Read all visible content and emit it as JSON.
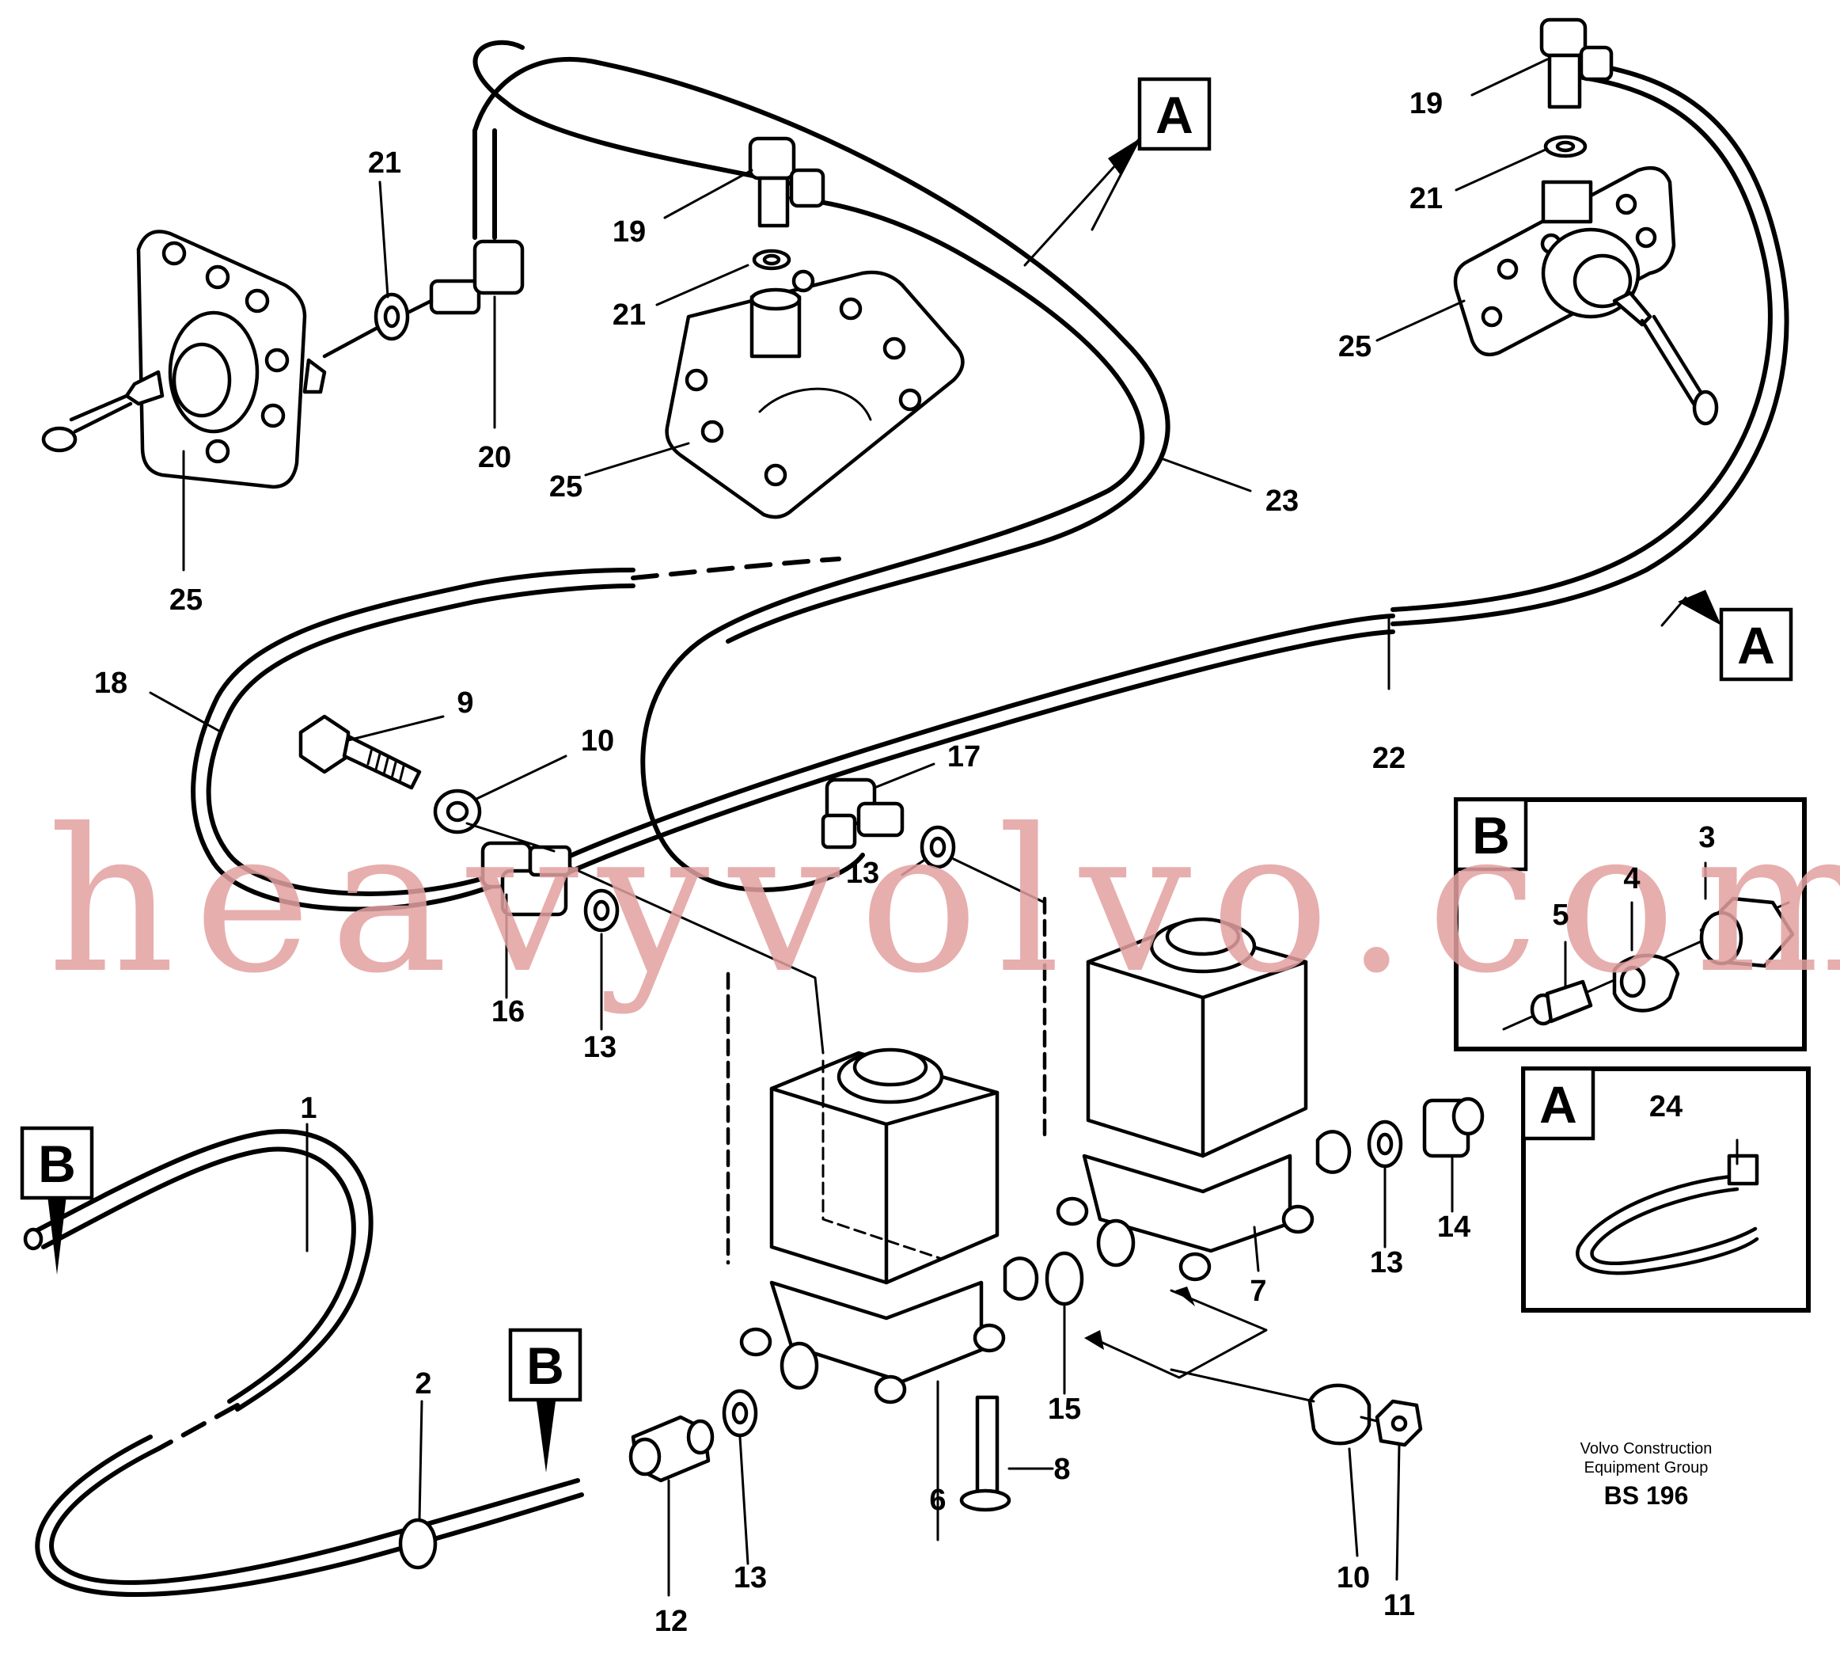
{
  "callouts": {
    "c1": "1",
    "c2": "2",
    "c3": "3",
    "c4": "4",
    "c5": "5",
    "c6": "6",
    "c7": "7",
    "c8": "8",
    "c9": "9",
    "c10a": "10",
    "c10b": "10",
    "c11": "11",
    "c12": "12",
    "c13a": "13",
    "c13b": "13",
    "c13c": "13",
    "c13d": "13",
    "c14": "14",
    "c15": "15",
    "c16": "16",
    "c17": "17",
    "c18": "18",
    "c19a": "19",
    "c19b": "19",
    "c20": "20",
    "c21a": "21",
    "c21b": "21",
    "c21c": "21",
    "c22": "22",
    "c23": "23",
    "c24": "24",
    "c25a": "25",
    "c25b": "25",
    "c25c": "25"
  },
  "markers": {
    "a_top": "A",
    "a_right": "A",
    "a_detail": "A",
    "b_left": "B",
    "b_mid": "B",
    "b_detail": "B"
  },
  "footer": {
    "company_line1": "Volvo Construction",
    "company_line2": "Equipment Group",
    "code": "BS 196"
  },
  "watermark": "heavyvolvo.com"
}
